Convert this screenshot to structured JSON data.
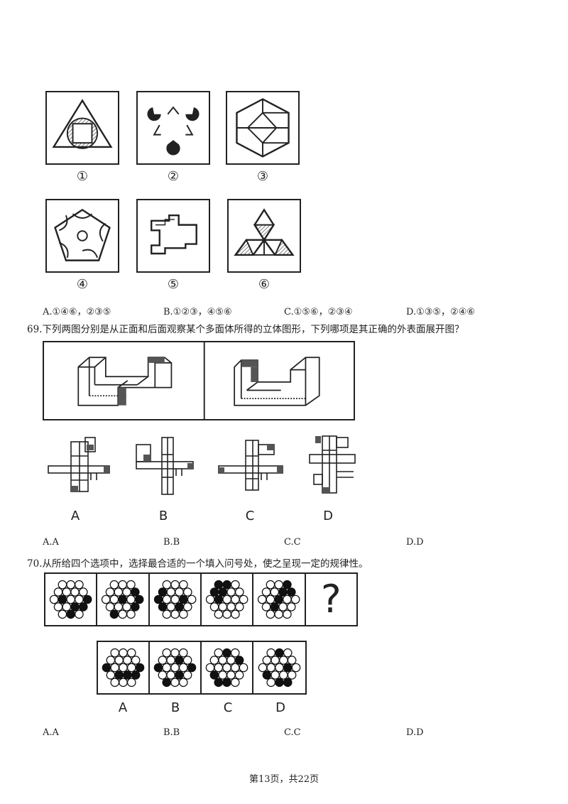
{
  "q68": {
    "figure_labels": [
      "①",
      "②",
      "③",
      "④",
      "⑤",
      "⑥"
    ],
    "options": [
      "A.①④⑥，②③⑤",
      "B.①②③，④⑤⑥",
      "C.①⑤⑥，②③④",
      "D.①③⑤，②④⑥"
    ]
  },
  "q69": {
    "text": "69.下列两图分别是从正面和后面观察某个多面体所得的立体图形，下列哪项是其正确的外表面展开图？",
    "net_labels": [
      "A",
      "B",
      "C",
      "D"
    ],
    "options": [
      "A.A",
      "B.B",
      "C.C",
      "D.D"
    ]
  },
  "q70": {
    "text": "70.从所给四个选项中，选择最合适的一个填入问号处，使之呈现一定的规律性。",
    "question_mark": "?",
    "choice_labels": [
      "A",
      "B",
      "C",
      "D"
    ],
    "options": [
      "A.A",
      "B.B",
      "C.C",
      "D.D"
    ]
  },
  "footer": {
    "page": "第13页，共22页"
  }
}
